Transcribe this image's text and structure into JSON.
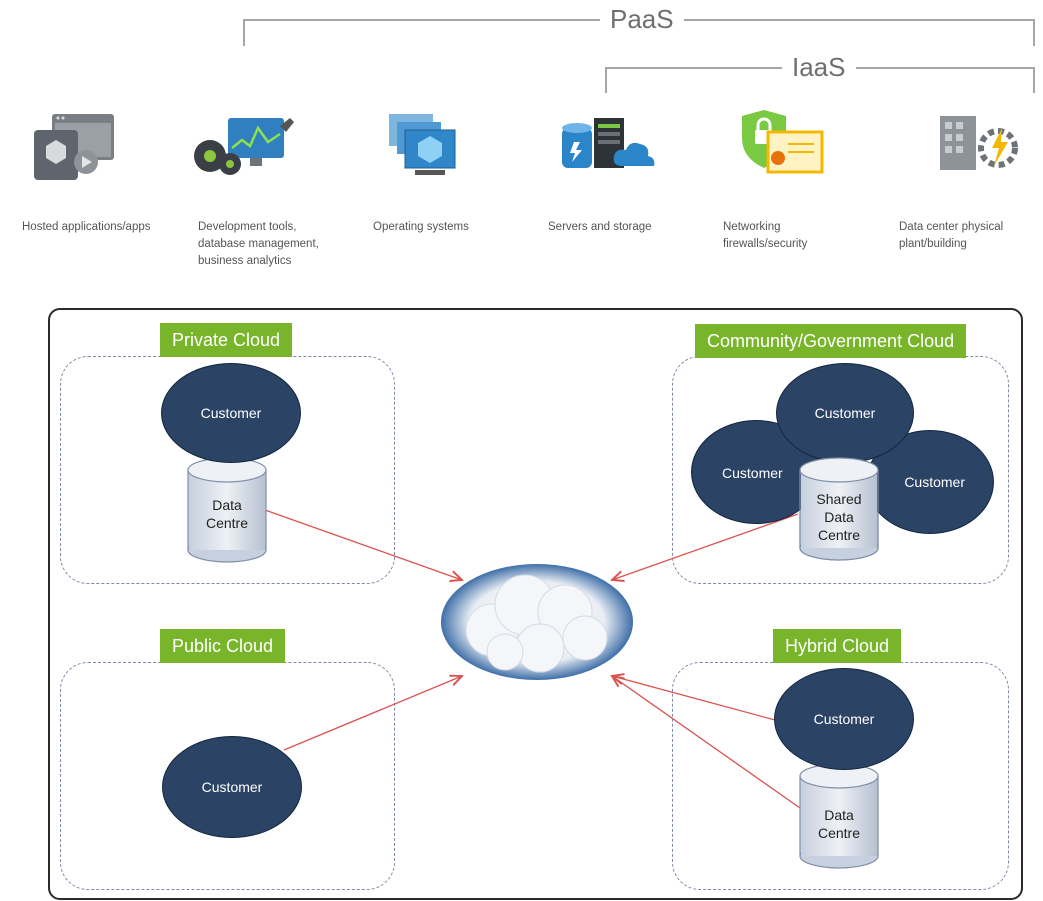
{
  "brackets": {
    "paas": "PaaS",
    "iaas": "IaaS"
  },
  "services": [
    {
      "icon": "hosted-apps-icon",
      "label_lines": [
        "Hosted applications/apps"
      ]
    },
    {
      "icon": "dev-tools-icon",
      "label_lines": [
        "Development tools,",
        "database management,",
        "business analytics"
      ]
    },
    {
      "icon": "operating-systems-icon",
      "label_lines": [
        "Operating systems"
      ]
    },
    {
      "icon": "servers-storage-icon",
      "label_lines": [
        "Servers and storage"
      ]
    },
    {
      "icon": "network-security-icon",
      "label_lines": [
        "Networking",
        "firewalls/security"
      ]
    },
    {
      "icon": "datacenter-building-icon",
      "label_lines": [
        "Data center physical",
        "plant/building"
      ]
    }
  ],
  "deployments": {
    "private": {
      "title": "Private Cloud",
      "customer": "Customer",
      "store": [
        "Data",
        "Centre"
      ]
    },
    "community": {
      "title": "Community/Government Cloud",
      "customers": [
        "Customer",
        "Customer",
        "Customer"
      ],
      "store": [
        "Shared",
        "Data",
        "Centre"
      ]
    },
    "public": {
      "title": "Public Cloud",
      "customer": "Customer"
    },
    "hybrid": {
      "title": "Hybrid Cloud",
      "customer": "Customer",
      "store": [
        "Data",
        "Centre"
      ]
    }
  },
  "colors": {
    "tag_green": "#78b52b",
    "customer_fill": "#2b4364",
    "arrow_red": "#d9534f",
    "bracket_gray": "#a6a6a6"
  }
}
